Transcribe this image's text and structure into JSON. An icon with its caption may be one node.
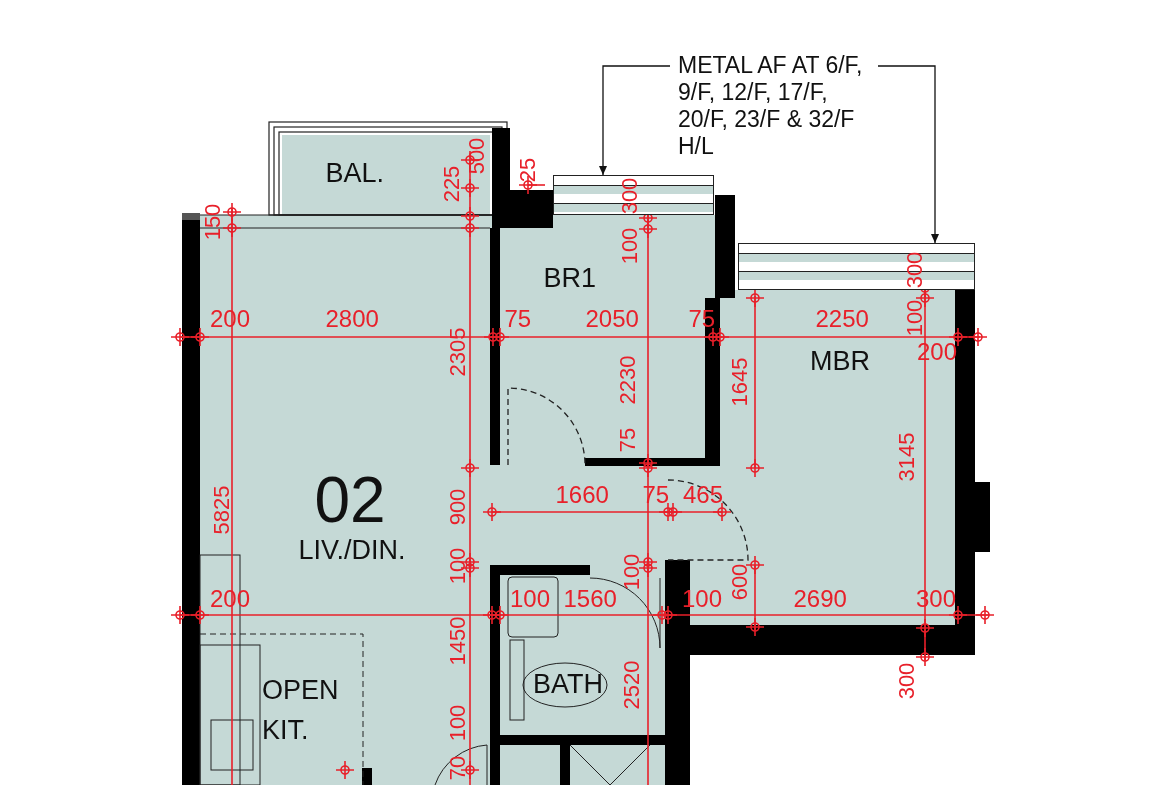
{
  "diagram": {
    "nodes": [
      {
        "text": [
          "METAL AF AT 6/F, 9/F, 12/F, 17/F, 20/F, 23/F & 32/F H/L"
        ]
      },
      {
        "text": [],
        "shape": "bar"
      },
      {
        "text": [],
        "shape": "bar"
      }
    ],
    "edges": [
      {
        "from": 0,
        "to": 1,
        "arrow": "to"
      },
      {
        "from": 0,
        "to": 2,
        "arrow": "to"
      }
    ],
    "labels": [
      "BAL.",
      "25",
      "500",
      "225",
      "150",
      "300",
      "100",
      "300",
      "100",
      "BR1",
      "200",
      "2800",
      "75",
      "2050",
      "75",
      "2250",
      "200",
      "2305",
      "MBR",
      "2230",
      "1645",
      "75",
      "3145",
      "1660",
      "75",
      "465",
      "02",
      "900",
      "5825",
      "LIV./DIN.",
      "100",
      "100",
      "600",
      "200",
      "100",
      "1560",
      "100",
      "2690",
      "300",
      "1450",
      "OPEN KIT.",
      "BATH",
      "2520",
      "300",
      "100",
      "70"
    ]
  }
}
